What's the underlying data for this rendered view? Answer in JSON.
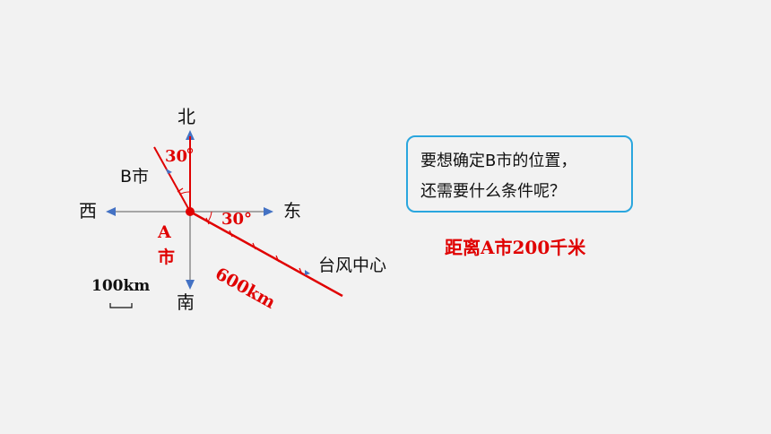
{
  "compass": {
    "north": "北",
    "south": "南",
    "west": "西",
    "east": "东"
  },
  "origin_label_top": "A",
  "origin_label_bottom": "市",
  "b_city_label": "B市",
  "typhoon_label": "台风中心",
  "angle_b": "30",
  "angle_typhoon": "30°",
  "distance_label": "600km",
  "scale_label": "100km",
  "question": {
    "line1": "要想确定B市的位置，",
    "line2": "还需要什么条件呢？"
  },
  "answer": "距离A市200千米",
  "colors": {
    "axis": "#8c8c8c",
    "arrow": "#4472c4",
    "red": "#e00000",
    "box_border": "#2aa6de",
    "background": "#f2f2f2"
  }
}
